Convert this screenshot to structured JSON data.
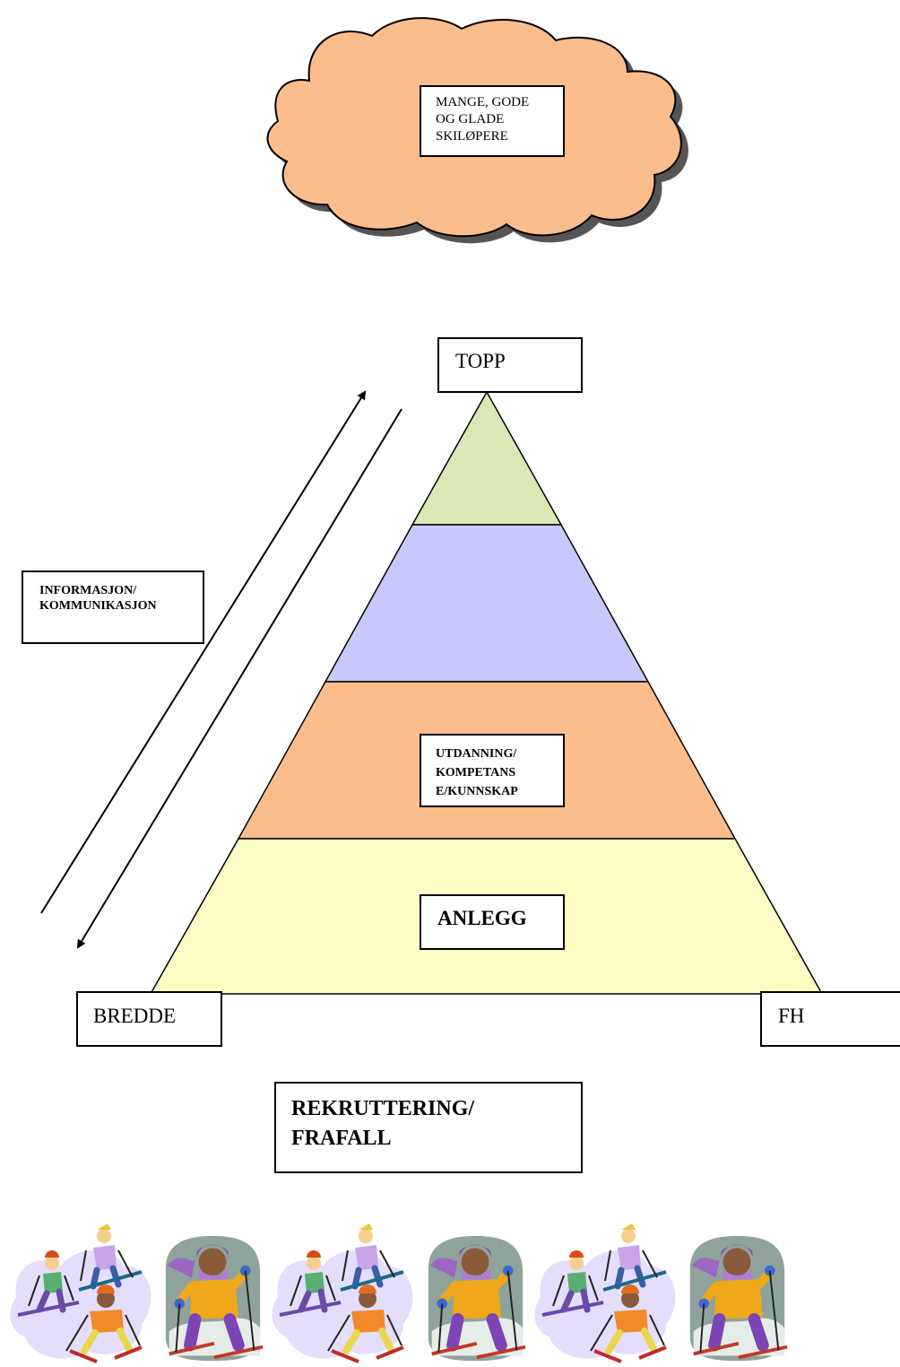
{
  "cloud": {
    "lines": [
      "MANGE, GODE",
      "OG GLADE",
      "SKILØPERE"
    ]
  },
  "pyramid": {
    "apex_label": "TOPP",
    "levels": [
      {
        "name": "top",
        "color": "#d9e8b4"
      },
      {
        "name": "second",
        "color": "#c8c8fc"
      },
      {
        "name": "third",
        "color": "#fbbd8b",
        "lines": [
          "UTDANNING/",
          "KOMPETANS",
          "E/KUNNSKAP"
        ]
      },
      {
        "name": "base",
        "color": "#fdfcc4",
        "lines": [
          "ANLEGG"
        ]
      }
    ]
  },
  "side_label": {
    "lines": [
      "INFORMASJON/",
      "KOMMUNIKASJON"
    ]
  },
  "base_left_label": "BREDDE",
  "base_right_label": "FH",
  "bottom_label": {
    "lines": [
      "REKRUTTERING/",
      "FRAFALL"
    ]
  },
  "colors": {
    "cloud_fill": "#fbbd8b",
    "cloud_shadow": "#555555"
  },
  "clipart": [
    {
      "icon": "skiers-group-icon"
    },
    {
      "icon": "bundled-skier-icon"
    },
    {
      "icon": "skiers-group-icon"
    },
    {
      "icon": "bundled-skier-icon"
    },
    {
      "icon": "skiers-group-icon"
    },
    {
      "icon": "bundled-skier-icon"
    }
  ]
}
